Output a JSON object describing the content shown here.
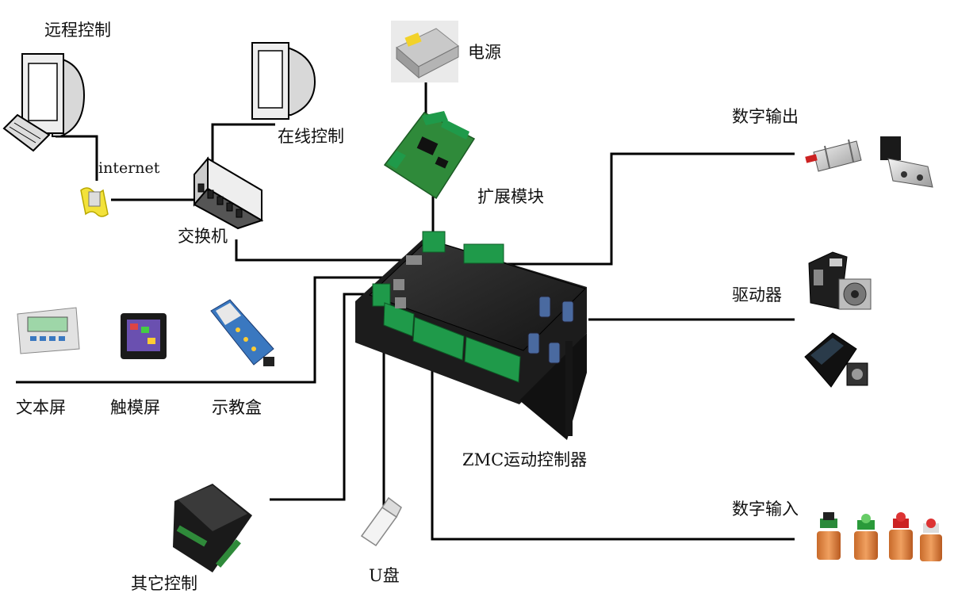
{
  "labels": {
    "remote_control": "远程控制",
    "internet": "internet",
    "online_control": "在线控制",
    "switch": "交换机",
    "power": "电源",
    "expansion_module": "扩展模块",
    "digital_output": "数字输出",
    "driver": "驱动器",
    "text_screen": "文本屏",
    "touch_screen": "触模屏",
    "teach_pendant": "示教盒",
    "controller": "ZMC运动控制器",
    "digital_input": "数字输入",
    "other_control": "其它控制",
    "usb_disk": "U盘"
  },
  "colors": {
    "line": "#000000",
    "terminal_green": "#1f9a4a",
    "pcb_green": "#2f8a3a",
    "controller_body": "#2a2a2a",
    "flash_yellow": "#f3e23a"
  }
}
